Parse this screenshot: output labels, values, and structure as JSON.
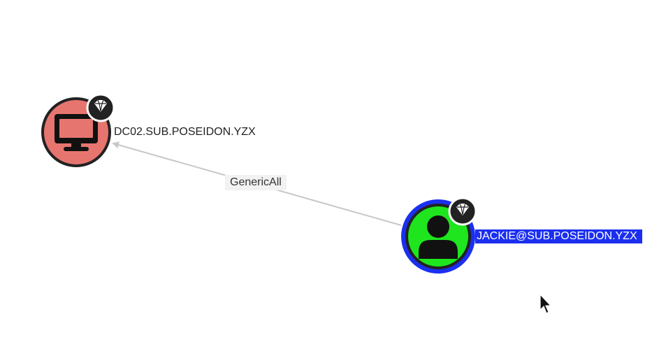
{
  "graph": {
    "nodes": {
      "computer": {
        "label": "DC02.SUB.POSEIDON.YZX",
        "type": "Computer",
        "icon": "desktop-icon",
        "badge_icon": "gem-icon",
        "fill_color": "#e7756f",
        "border_color": "#222222"
      },
      "user": {
        "label": "JACKIE@SUB.POSEIDON.YZX",
        "type": "User",
        "icon": "user-icon",
        "badge_icon": "gem-icon",
        "fill_color": "#1ee51e",
        "border_color": "#1b2ff0",
        "selected": true,
        "label_highlight_color": "#1b2ff0"
      }
    },
    "edges": [
      {
        "label": "GenericAll",
        "from": "JACKIE@SUB.POSEIDON.YZX",
        "to": "DC02.SUB.POSEIDON.YZX",
        "color": "#c8c8c8"
      }
    ]
  },
  "cursor": {
    "icon": "mouse-pointer-icon"
  }
}
